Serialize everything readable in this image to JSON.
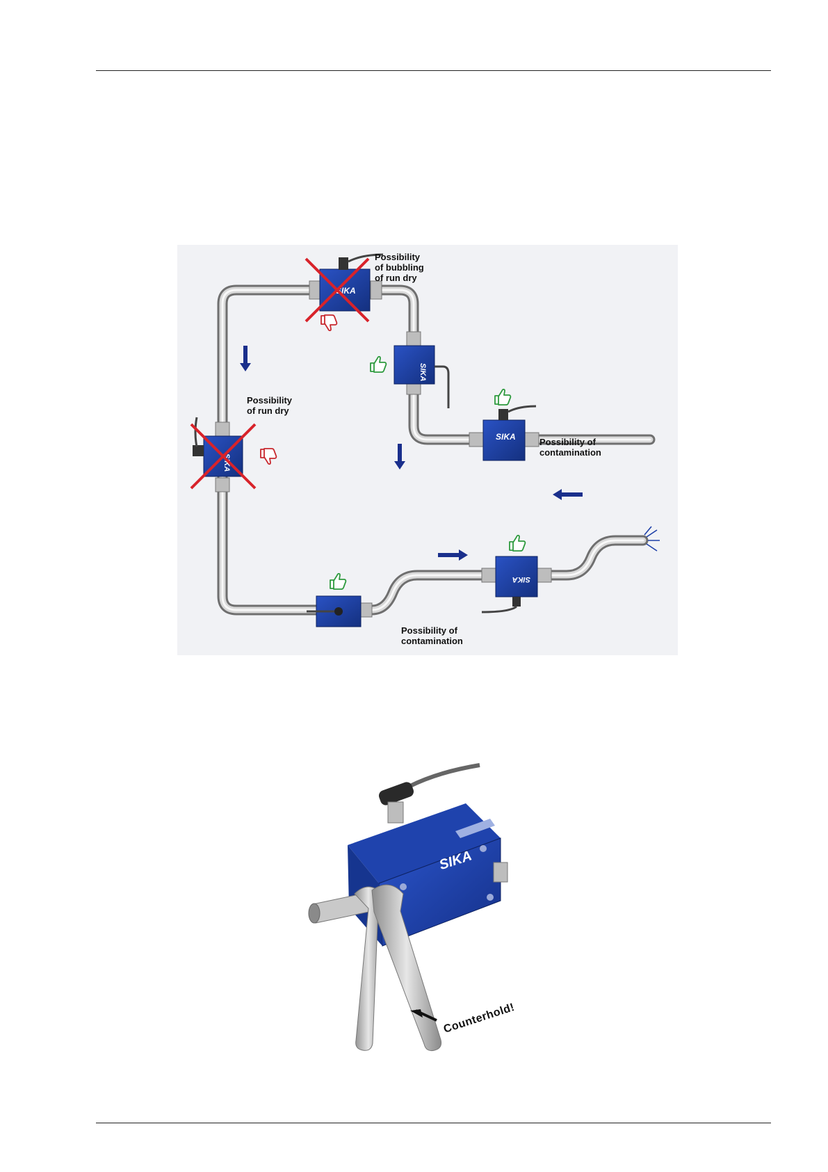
{
  "diagram": {
    "labels": {
      "top_box": [
        "Possibility",
        "of bubbling",
        "of run dry"
      ],
      "left_box": [
        "Possibility",
        "of run dry"
      ],
      "right_box": [
        "Possibility of",
        "contamination"
      ],
      "bottom_box": [
        "Possibility of",
        "contamination"
      ]
    },
    "brand": "SIKA",
    "colors": {
      "sensor_blue": "#1d3fa8",
      "cross_red": "#d8232a",
      "thumb_up_green": "#2e9a3e",
      "thumb_down_red": "#c8282e",
      "arrow_blue": "#1a2f8c"
    }
  },
  "photo": {
    "callout": "Counterhold!",
    "brand": "SIKA"
  }
}
